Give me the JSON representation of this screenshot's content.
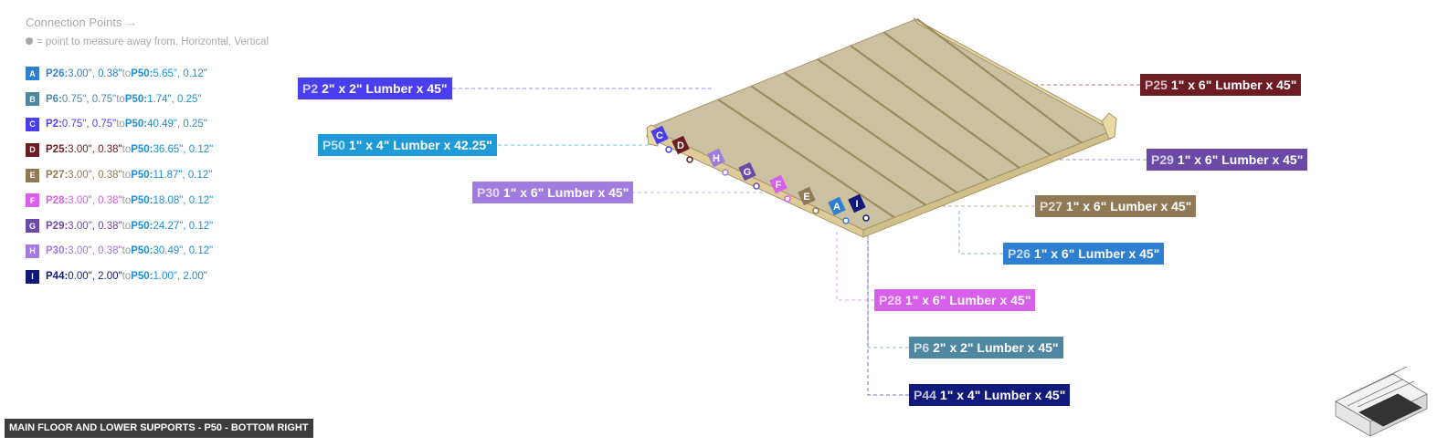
{
  "legend": {
    "title": "Connection Points →",
    "note": "= point to measure away from. Horizontal, Vertical",
    "items": [
      {
        "letter": "A",
        "color": "#2e7fcf",
        "from_part": "P26:",
        "from_vals": "3.00\", 0.38\"",
        "to_text": "to",
        "to_part": "P50:",
        "to_vals": "5.65\", 0.12\""
      },
      {
        "letter": "B",
        "color": "#4f87a0",
        "from_part": "P6:",
        "from_vals": "0.75\", 0.75\"",
        "to_text": "to",
        "to_part": "P50:",
        "to_vals": "1.74\", 0.25\""
      },
      {
        "letter": "C",
        "color": "#4a3ff0",
        "from_part": "P2:",
        "from_vals": "0.75\", 0.75\"",
        "to_text": "to",
        "to_part": "P50:",
        "to_vals": "40.49\", 0.25\""
      },
      {
        "letter": "D",
        "color": "#6e1c24",
        "from_part": "P25:",
        "from_vals": "3.00\", 0.38\"",
        "to_text": "to",
        "to_part": "P50:",
        "to_vals": "36.65\", 0.12\""
      },
      {
        "letter": "E",
        "color": "#8f7a55",
        "from_part": "P27:",
        "from_vals": "3.00\", 0.38\"",
        "to_text": "to",
        "to_part": "P50:",
        "to_vals": "11.87\", 0.12\""
      },
      {
        "letter": "F",
        "color": "#d85fea",
        "from_part": "P28:",
        "from_vals": "3.00\", 0.38\"",
        "to_text": "to",
        "to_part": "P50:",
        "to_vals": "18.08\", 0.12\""
      },
      {
        "letter": "G",
        "color": "#6a4aa6",
        "from_part": "P29:",
        "from_vals": "3.00\", 0.38\"",
        "to_text": "to",
        "to_part": "P50:",
        "to_vals": "24.27\", 0.12\""
      },
      {
        "letter": "H",
        "color": "#a07be0",
        "from_part": "P30:",
        "from_vals": "3.00\", 0.38\"",
        "to_text": "to",
        "to_part": "P50:",
        "to_vals": "30.49\", 0.12\""
      },
      {
        "letter": "I",
        "color": "#111a7a",
        "from_part": "P44:",
        "from_vals": "0.00\", 2.00\"",
        "to_text": "to",
        "to_part": "P50:",
        "to_vals": "1.00\", 2.00\""
      }
    ]
  },
  "part_labels": [
    {
      "key": "p2",
      "id": "P2",
      "desc": "2\" x 2\" Lumber x 45\"",
      "color": "#4a3ff0"
    },
    {
      "key": "p50",
      "id": "P50",
      "desc": "1\" x 4\" Lumber  x 42.25\"",
      "color": "#1e9ad6"
    },
    {
      "key": "p30",
      "id": "P30",
      "desc": "1\" x 6\" Lumber x 45\"",
      "color": "#a07be0"
    },
    {
      "key": "p25",
      "id": "P25",
      "desc": "1\" x 6\" Lumber x 45\"",
      "color": "#6e1c24"
    },
    {
      "key": "p29",
      "id": "P29",
      "desc": "1\" x 6\" Lumber x 45\"",
      "color": "#6a4aa6"
    },
    {
      "key": "p27",
      "id": "P27",
      "desc": "1\" x 6\" Lumber x 45\"",
      "color": "#8f7a55"
    },
    {
      "key": "p26",
      "id": "P26",
      "desc": "1\" x 6\" Lumber x 45\"",
      "color": "#2e7fcf"
    },
    {
      "key": "p28",
      "id": "P28",
      "desc": "1\" x 6\" Lumber x 45\"",
      "color": "#d85fea"
    },
    {
      "key": "p6",
      "id": "P6",
      "desc": "2\" x 2\" Lumber x 45\"",
      "color": "#4f87a0"
    },
    {
      "key": "p44",
      "id": "P44",
      "desc": "1\" x 4\" Lumber  x 45\"",
      "color": "#111a7a"
    }
  ],
  "footer": {
    "view_title": "MAIN FLOOR AND LOWER SUPPORTS - P50 - BOTTOM RIGHT"
  },
  "icons": {
    "view_cube": "isometric-frame-thumbnail-icon"
  }
}
